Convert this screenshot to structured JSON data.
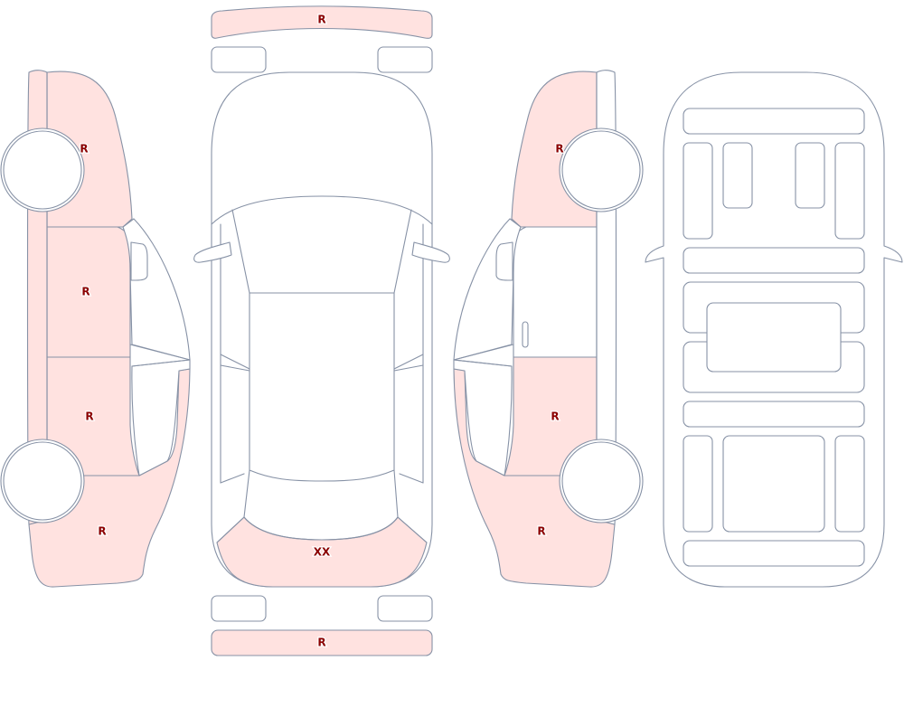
{
  "damage": {
    "front_bumper": "R",
    "left_front_fender": "R",
    "left_front_door": "R",
    "left_rear_door": "R",
    "left_quarter_panel": "R",
    "trunk_lid": "XX",
    "rear_bumper": "R",
    "right_front_fender": "R",
    "right_rear_door": "R",
    "right_quarter_panel": "R"
  },
  "colors": {
    "damaged_fill": "#ffe2e0",
    "outline": "#8792a6",
    "label": "#8b0000"
  }
}
